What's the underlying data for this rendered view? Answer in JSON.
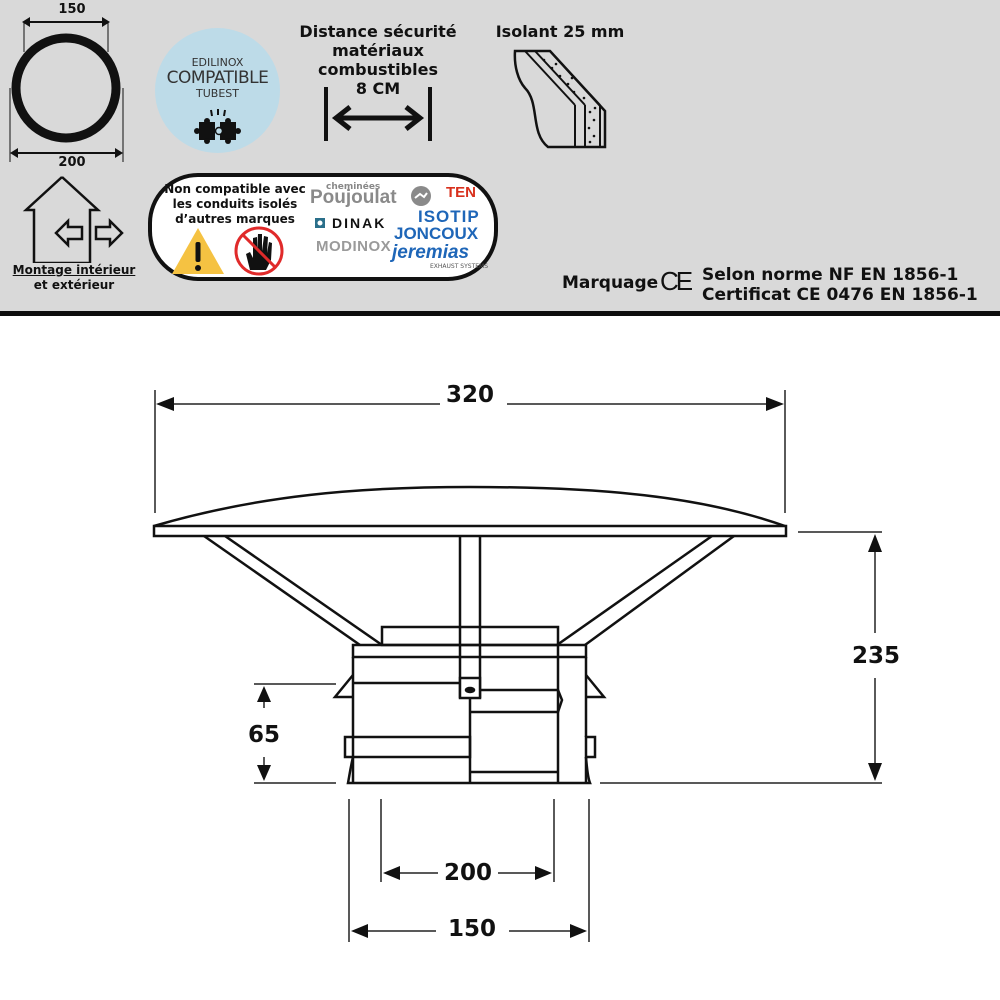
{
  "header": {
    "pipe_icon": {
      "inner_diameter": "150",
      "outer_diameter": "200"
    },
    "compat_badge": {
      "line1": "EDILINOX",
      "line2": "COMPATIBLE",
      "line3": "TUBEST",
      "color": "#bddbe8"
    },
    "safety_distance": {
      "title_line1": "Distance sécurité",
      "title_line2": "matériaux",
      "title_line3": "combustibles",
      "value": "8 CM"
    },
    "insulation": {
      "title": "Isolant 25 mm"
    },
    "mounting": {
      "line1": "Montage intérieur",
      "line2": "et extérieur"
    },
    "incompatibility": {
      "text_line1": "Non compatible avec",
      "text_line2": "les conduits isolés",
      "text_line3": "d’autres marques",
      "warning_color": "#f5c242",
      "prohibited_color": "#e02a2a",
      "brands": {
        "cheminees": "cheminées",
        "poujoulat": "Poujoulat",
        "ten": "TEN",
        "dinak": "DINAK",
        "isotip": "ISOTIP",
        "joncoux": "JONCOUX",
        "modinox": "MODINOX",
        "jeremias": "jeremias",
        "exhaust": "EXHAUST SYSTEMS"
      }
    },
    "certification": {
      "marquage": "Marquage",
      "ce": "CE",
      "line1": "Selon norme NF EN 1856-1",
      "line2": "Certificat CE 0476 EN 1856-1"
    },
    "background": "#d9d9d9"
  },
  "drawing": {
    "dimensions": {
      "cap_width": "320",
      "total_height": "235",
      "sleeve_height": "65",
      "outer_diameter": "200",
      "inner_diameter": "150"
    }
  }
}
